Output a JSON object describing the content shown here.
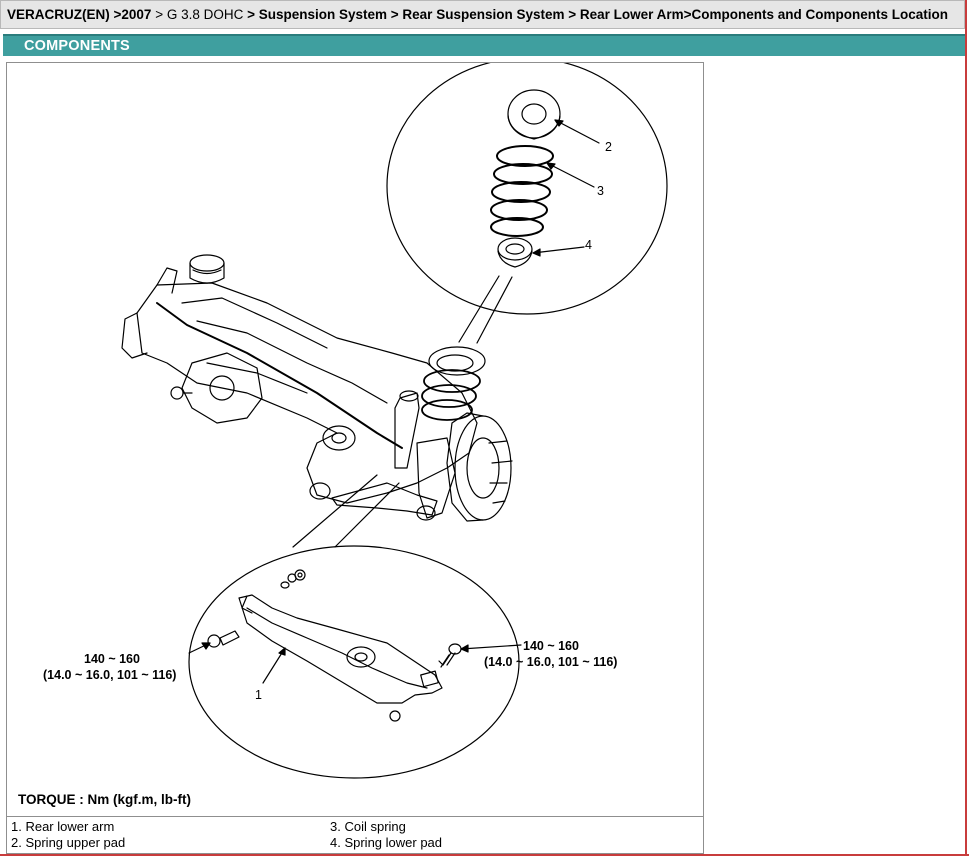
{
  "breadcrumb": {
    "part1": "VERACRUZ(EN) >",
    "part2": "2007",
    "part3": " > ",
    "part4": "G 3.8 DOHC",
    "part5": " > Suspension System > Rear Suspension System > Rear Lower Arm>Components and Components Location"
  },
  "section": {
    "title": "COMPONENTS"
  },
  "diagram": {
    "callouts": {
      "c1": "1",
      "c2": "2",
      "c3": "3",
      "c4": "4"
    },
    "torque_left": {
      "line1": "140 ~ 160",
      "line2": "(14.0 ~ 16.0, 101 ~ 116)"
    },
    "torque_right": {
      "line1": "140 ~ 160",
      "line2": "(14.0 ~ 16.0, 101 ~ 116)"
    },
    "torque_unit": "TORQUE : Nm (kgf.m, lb-ft)"
  },
  "legend": {
    "item1": "1. Rear lower arm",
    "item2": "2. Spring upper pad",
    "item3": "3. Coil spring",
    "item4": "4. Spring lower pad"
  }
}
